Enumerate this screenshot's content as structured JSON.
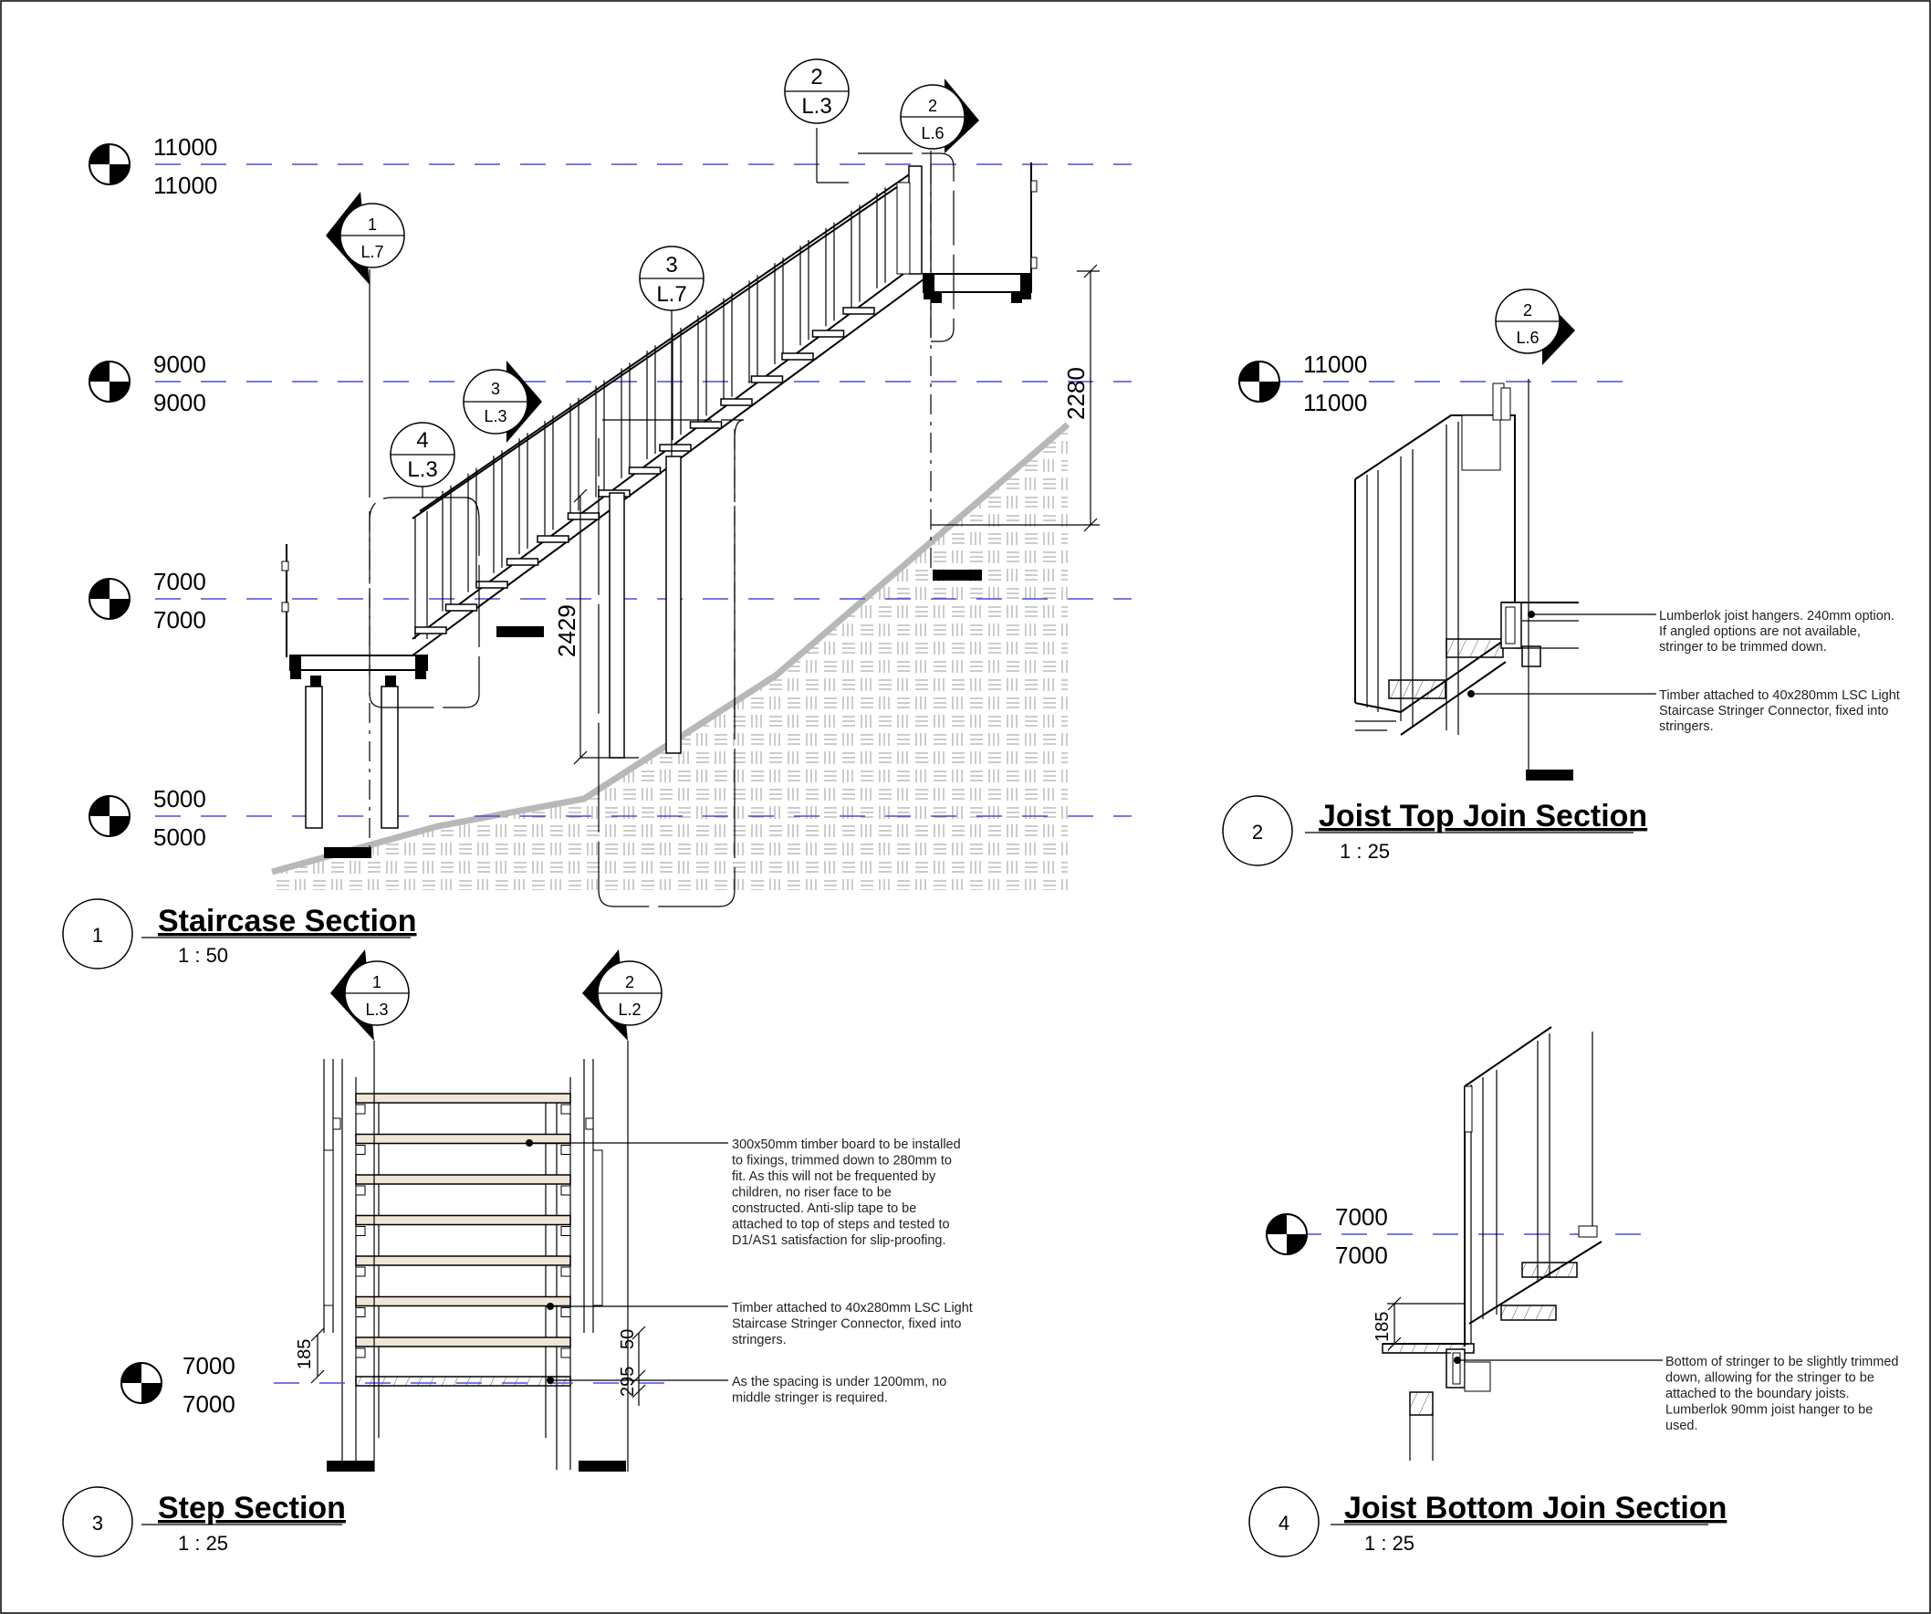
{
  "levels": {
    "s1_11000_a": "11000",
    "s1_11000_b": "11000",
    "s1_9000_a": "9000",
    "s1_9000_b": "9000",
    "s1_7000_a": "7000",
    "s1_7000_b": "7000",
    "s1_5000_a": "5000",
    "s1_5000_b": "5000",
    "s2_11000_a": "11000",
    "s2_11000_b": "11000",
    "s3_7000_a": "7000",
    "s3_7000_b": "7000",
    "s4_7000_a": "7000",
    "s4_7000_b": "7000"
  },
  "views": [
    {
      "number": "1",
      "title": "Staircase Section",
      "scale": "1 : 50"
    },
    {
      "number": "2",
      "title": "Joist Top Join Section",
      "scale": "1 : 25"
    },
    {
      "number": "3",
      "title": "Step Section",
      "scale": "1 : 25"
    },
    {
      "number": "4",
      "title": "Joist Bottom Join Section",
      "scale": "1 : 25"
    }
  ],
  "tags": {
    "t1": {
      "num": "2",
      "sheet": "L.3"
    },
    "t2": {
      "num": "2",
      "sheet": "L.6"
    },
    "t3": {
      "num": "1",
      "sheet": "L.7"
    },
    "t4": {
      "num": "3",
      "sheet": "L.7"
    },
    "t5": {
      "num": "3",
      "sheet": "L.3"
    },
    "t6": {
      "num": "4",
      "sheet": "L.3"
    },
    "t7": {
      "num": "2",
      "sheet": "L.6"
    },
    "t8": {
      "num": "1",
      "sheet": "L.3"
    },
    "t9": {
      "num": "2",
      "sheet": "L.2"
    }
  },
  "dimensions": {
    "d2280": "2280",
    "d2429": "2429",
    "d185_step": "185",
    "d295": "295",
    "d50": "50",
    "d185_bottom": "185"
  },
  "notes": {
    "joist_top_1": [
      "Lumberlok joist hangers. 240mm option.",
      "If angled options are not available,",
      "stringer to be trimmed down."
    ],
    "joist_top_2": [
      "Timber attached to 40x280mm LSC Light",
      "Staircase Stringer Connector, fixed into",
      "stringers."
    ],
    "step_1": [
      "300x50mm timber board to be installed",
      "to fixings, trimmed down to 280mm to",
      "fit. As this will not be frequented by",
      "children, no riser face to be",
      "constructed. Anti-slip tape to be",
      "attached to top of steps and tested to",
      "D1/AS1 satisfaction for slip-proofing."
    ],
    "step_2": [
      "Timber attached to 40x280mm LSC Light",
      "Staircase Stringer Connector, fixed into",
      "stringers."
    ],
    "step_3": [
      "As the spacing is under 1200mm, no",
      "middle stringer is required."
    ],
    "joist_bottom_1": [
      "Bottom of stringer to be slightly trimmed",
      "down, allowing for the stringer to be",
      "attached to the boundary joists.",
      "Lumberlok 90mm joist hanger to be",
      "used."
    ]
  },
  "colors": {
    "level_line": "#4b4bd8",
    "tread_fill": "#efe6d8",
    "ground": "#bdbdbd"
  }
}
